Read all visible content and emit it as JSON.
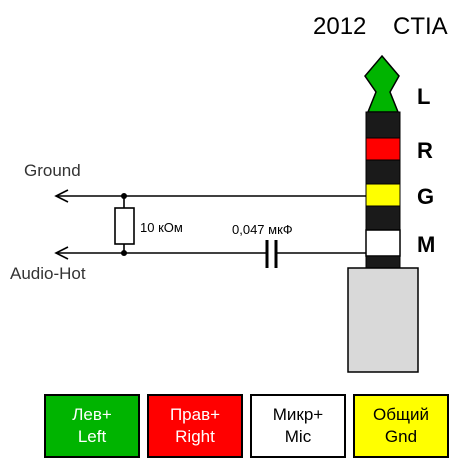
{
  "title": {
    "year": "2012",
    "standard": "CTIA"
  },
  "plug": {
    "tip_color": "#00b400",
    "ring1_color": "#ff0000",
    "ring2_color": "#ffff00",
    "sleeve_color": "#ffffff",
    "insulator_color": "#1a1a1a",
    "body_color": "#d9d9d9",
    "contacts": [
      "L",
      "R",
      "G",
      "M"
    ]
  },
  "circuit": {
    "ground_label": "Ground",
    "audio_hot_label": "Audio-Hot",
    "resistor_label": "10 кОм",
    "capacitor_label": "0,047 мкФ"
  },
  "legend": [
    {
      "line1": "Лев+",
      "line2": "Left",
      "bg": "#00b400",
      "fg": "#ffffff"
    },
    {
      "line1": "Прав+",
      "line2": "Right",
      "bg": "#ff0000",
      "fg": "#ffffff"
    },
    {
      "line1": "Микр+",
      "line2": "Mic",
      "bg": "#ffffff",
      "fg": "#000000"
    },
    {
      "line1": "Общий",
      "line2": "Gnd",
      "bg": "#ffff00",
      "fg": "#000000"
    }
  ]
}
